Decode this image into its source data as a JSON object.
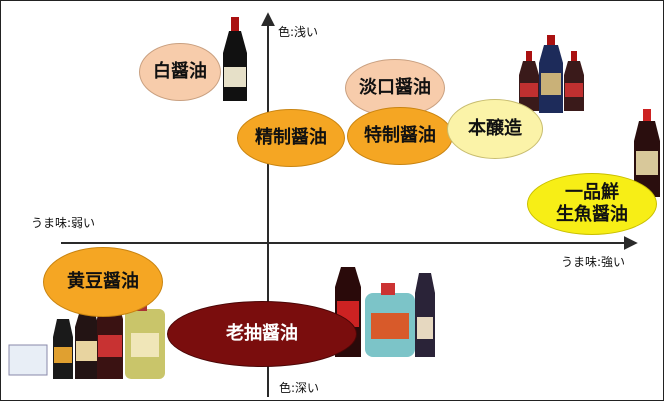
{
  "axes": {
    "top": "色:浅い",
    "bottom": "色:深い",
    "left": "うま味:弱い",
    "right": "うま味:強い"
  },
  "types": {
    "shiro": "白醤油",
    "usukuchi": "淡口醤油",
    "seisei": "精制醤油",
    "tokusei": "特制醤油",
    "honjozo": "本醸造",
    "ichipin_line1": "一品鮮",
    "ichipin_line2": "生魚醤油",
    "koudou": "黄豆醤油",
    "laochou": "老抽醤油"
  },
  "colors": {
    "peach": "#f7ccab",
    "orange": "#f5a623",
    "cream": "#fbf3a8",
    "yellow": "#f7ee16",
    "darkred": "#7a0d0d",
    "axis": "#2a2a2a"
  }
}
